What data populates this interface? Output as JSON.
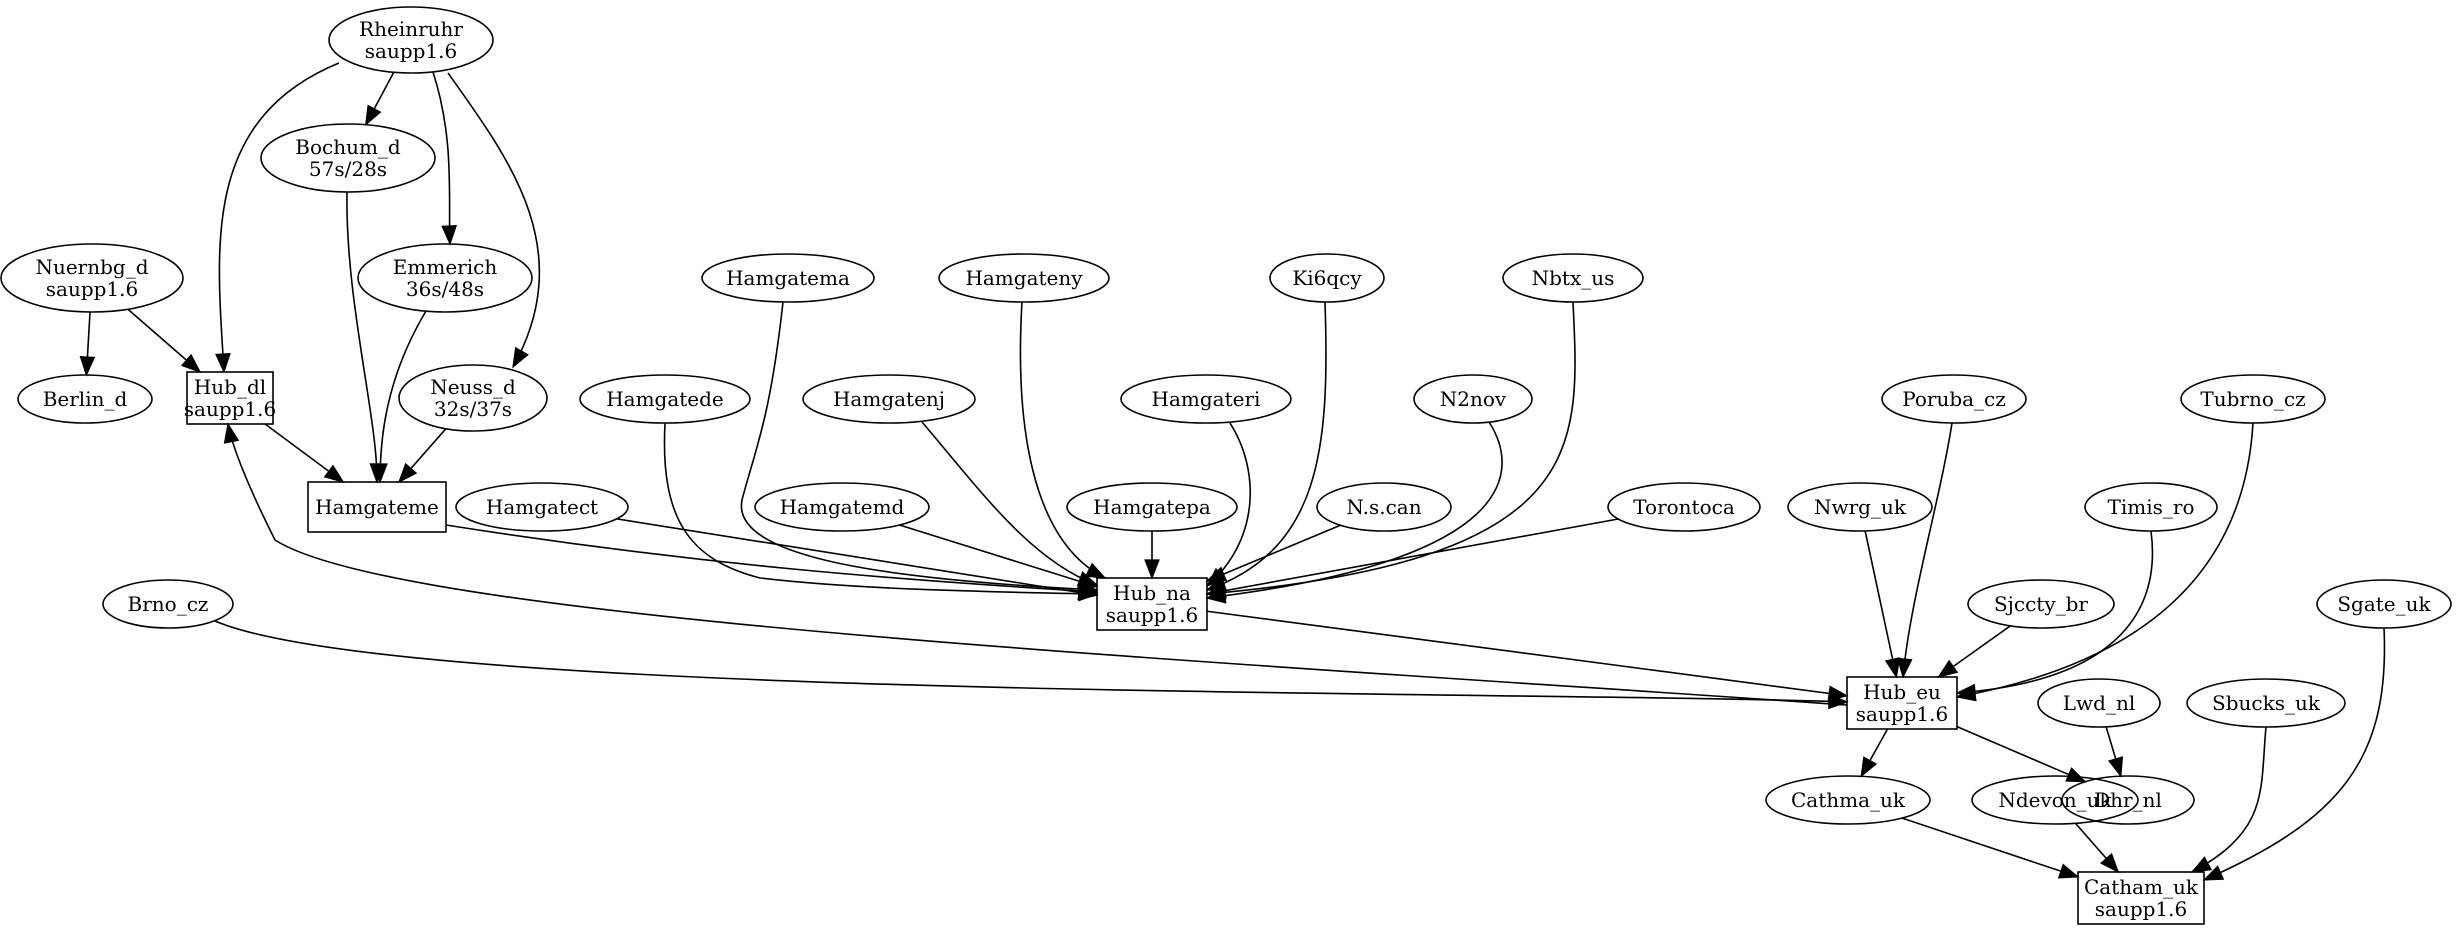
{
  "graph": {
    "nodes": [
      {
        "id": "rheinruhr",
        "shape": "ellipse",
        "lines": [
          "Rheinruhr",
          "saupp1.6"
        ]
      },
      {
        "id": "bochum_d",
        "shape": "ellipse",
        "lines": [
          "Bochum_d",
          "57s/28s"
        ]
      },
      {
        "id": "emmerich",
        "shape": "ellipse",
        "lines": [
          "Emmerich",
          "36s/48s"
        ]
      },
      {
        "id": "neuss_d",
        "shape": "ellipse",
        "lines": [
          "Neuss_d",
          "32s/37s"
        ]
      },
      {
        "id": "nuernbg_d",
        "shape": "ellipse",
        "lines": [
          "Nuernbg_d",
          "saupp1.6"
        ]
      },
      {
        "id": "berlin_d",
        "shape": "ellipse",
        "lines": [
          "Berlin_d"
        ]
      },
      {
        "id": "hub_dl",
        "shape": "box",
        "lines": [
          "Hub_dl",
          "saupp1.6"
        ]
      },
      {
        "id": "hamgateme",
        "shape": "box",
        "lines": [
          "Hamgateme"
        ]
      },
      {
        "id": "hamgatema",
        "shape": "ellipse",
        "lines": [
          "Hamgatema"
        ]
      },
      {
        "id": "hamgateny",
        "shape": "ellipse",
        "lines": [
          "Hamgateny"
        ]
      },
      {
        "id": "ki6qcy",
        "shape": "ellipse",
        "lines": [
          "Ki6qcy"
        ]
      },
      {
        "id": "nbtx_us",
        "shape": "ellipse",
        "lines": [
          "Nbtx_us"
        ]
      },
      {
        "id": "hamgatede",
        "shape": "ellipse",
        "lines": [
          "Hamgatede"
        ]
      },
      {
        "id": "hamgatenj",
        "shape": "ellipse",
        "lines": [
          "Hamgatenj"
        ]
      },
      {
        "id": "hamgateri",
        "shape": "ellipse",
        "lines": [
          "Hamgateri"
        ]
      },
      {
        "id": "n2nov",
        "shape": "ellipse",
        "lines": [
          "N2nov"
        ]
      },
      {
        "id": "hamgatect",
        "shape": "ellipse",
        "lines": [
          "Hamgatect"
        ]
      },
      {
        "id": "hamgatemd",
        "shape": "ellipse",
        "lines": [
          "Hamgatemd"
        ]
      },
      {
        "id": "hamgatepa",
        "shape": "ellipse",
        "lines": [
          "Hamgatepa"
        ]
      },
      {
        "id": "nscan",
        "shape": "ellipse",
        "lines": [
          "N.s.can"
        ]
      },
      {
        "id": "torontoca",
        "shape": "ellipse",
        "lines": [
          "Torontoca"
        ]
      },
      {
        "id": "hub_na",
        "shape": "box",
        "lines": [
          "Hub_na",
          "saupp1.6"
        ]
      },
      {
        "id": "brno_cz",
        "shape": "ellipse",
        "lines": [
          "Brno_cz"
        ]
      },
      {
        "id": "poruba_cz",
        "shape": "ellipse",
        "lines": [
          "Poruba_cz"
        ]
      },
      {
        "id": "tubrno_cz",
        "shape": "ellipse",
        "lines": [
          "Tubrno_cz"
        ]
      },
      {
        "id": "nwrg_uk",
        "shape": "ellipse",
        "lines": [
          "Nwrg_uk"
        ]
      },
      {
        "id": "timis_ro",
        "shape": "ellipse",
        "lines": [
          "Timis_ro"
        ]
      },
      {
        "id": "sjccty_br",
        "shape": "ellipse",
        "lines": [
          "Sjccty_br"
        ]
      },
      {
        "id": "sgate_uk",
        "shape": "ellipse",
        "lines": [
          "Sgate_uk"
        ]
      },
      {
        "id": "hub_eu",
        "shape": "box",
        "lines": [
          "Hub_eu",
          "saupp1.6"
        ]
      },
      {
        "id": "lwd_nl",
        "shape": "ellipse",
        "lines": [
          "Lwd_nl"
        ]
      },
      {
        "id": "sbucks_uk",
        "shape": "ellipse",
        "lines": [
          "Sbucks_uk"
        ]
      },
      {
        "id": "cathma_uk",
        "shape": "ellipse",
        "lines": [
          "Cathma_uk"
        ]
      },
      {
        "id": "ndevon_uk",
        "shape": "ellipse",
        "lines": [
          "Ndevon_uk"
        ]
      },
      {
        "id": "dhr_nl",
        "shape": "ellipse",
        "lines": [
          "Dhr_nl"
        ]
      },
      {
        "id": "catham_uk",
        "shape": "box",
        "lines": [
          "Catham_uk",
          "saupp1.6"
        ]
      }
    ],
    "edges": [
      {
        "from": "rheinruhr",
        "to": "bochum_d"
      },
      {
        "from": "rheinruhr",
        "to": "emmerich"
      },
      {
        "from": "rheinruhr",
        "to": "neuss_d"
      },
      {
        "from": "rheinruhr",
        "to": "hub_dl"
      },
      {
        "from": "nuernbg_d",
        "to": "berlin_d"
      },
      {
        "from": "nuernbg_d",
        "to": "hub_dl"
      },
      {
        "from": "bochum_d",
        "to": "hamgateme"
      },
      {
        "from": "emmerich",
        "to": "hamgateme"
      },
      {
        "from": "neuss_d",
        "to": "hamgateme"
      },
      {
        "from": "hub_dl",
        "to": "hamgateme"
      },
      {
        "from": "hamgateme",
        "to": "hub_na"
      },
      {
        "from": "hamgatema",
        "to": "hub_na"
      },
      {
        "from": "hamgateny",
        "to": "hub_na"
      },
      {
        "from": "ki6qcy",
        "to": "hub_na"
      },
      {
        "from": "nbtx_us",
        "to": "hub_na"
      },
      {
        "from": "hamgatede",
        "to": "hub_na"
      },
      {
        "from": "hamgatenj",
        "to": "hub_na"
      },
      {
        "from": "hamgateri",
        "to": "hub_na"
      },
      {
        "from": "n2nov",
        "to": "hub_na"
      },
      {
        "from": "hamgatect",
        "to": "hub_na"
      },
      {
        "from": "hamgatemd",
        "to": "hub_na"
      },
      {
        "from": "hamgatepa",
        "to": "hub_na"
      },
      {
        "from": "nscan",
        "to": "hub_na"
      },
      {
        "from": "torontoca",
        "to": "hub_na"
      },
      {
        "from": "hub_na",
        "to": "hub_eu"
      },
      {
        "from": "hub_eu",
        "to": "hub_dl"
      },
      {
        "from": "brno_cz",
        "to": "hub_eu"
      },
      {
        "from": "poruba_cz",
        "to": "hub_eu"
      },
      {
        "from": "tubrno_cz",
        "to": "hub_eu"
      },
      {
        "from": "nwrg_uk",
        "to": "hub_eu"
      },
      {
        "from": "timis_ro",
        "to": "hub_eu"
      },
      {
        "from": "sjccty_br",
        "to": "hub_eu"
      },
      {
        "from": "hub_eu",
        "to": "cathma_uk"
      },
      {
        "from": "hub_eu",
        "to": "dhr_nl"
      },
      {
        "from": "lwd_nl",
        "to": "dhr_nl"
      },
      {
        "from": "cathma_uk",
        "to": "catham_uk"
      },
      {
        "from": "ndevon_uk",
        "to": "catham_uk"
      },
      {
        "from": "sbucks_uk",
        "to": "catham_uk"
      },
      {
        "from": "sgate_uk",
        "to": "catham_uk"
      }
    ]
  }
}
